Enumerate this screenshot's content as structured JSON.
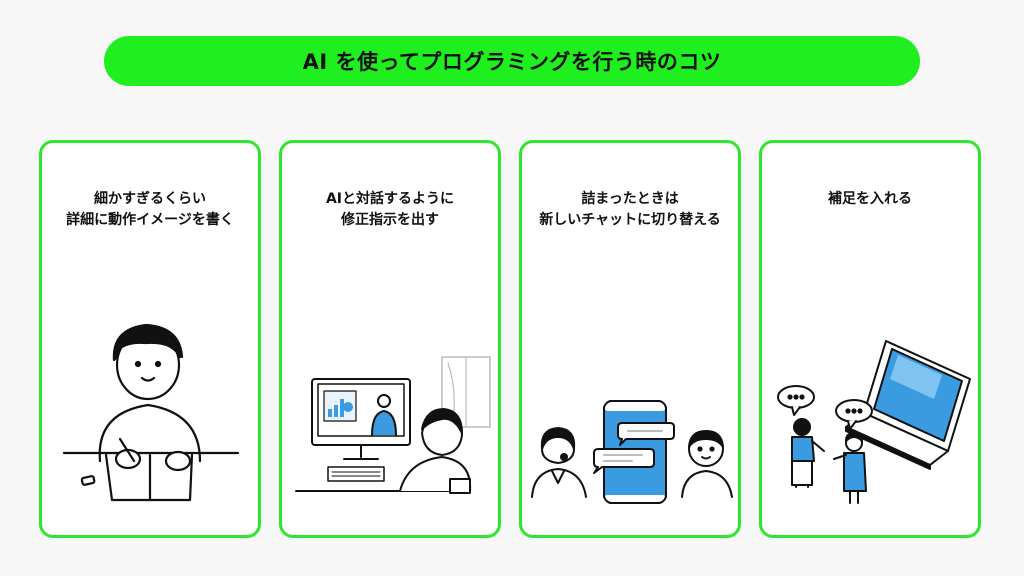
{
  "title": "AI を使ってプログラミングを行う時のコツ",
  "colors": {
    "accent": "#1fef1f",
    "border": "#2ee62e",
    "screen": "#3a9be0"
  },
  "cards": [
    {
      "lines": [
        "細かすぎるくらい",
        "詳細に動作イメージを書く"
      ],
      "illustration": "person-writing-icon"
    },
    {
      "lines": [
        "AIと対話するように",
        "修正指示を出す"
      ],
      "illustration": "video-call-icon"
    },
    {
      "lines": [
        "詰まったときは",
        "新しいチャットに切り替える"
      ],
      "illustration": "chat-phone-icon"
    },
    {
      "lines": [
        "補足を入れる"
      ],
      "illustration": "laptop-conversation-icon"
    }
  ]
}
